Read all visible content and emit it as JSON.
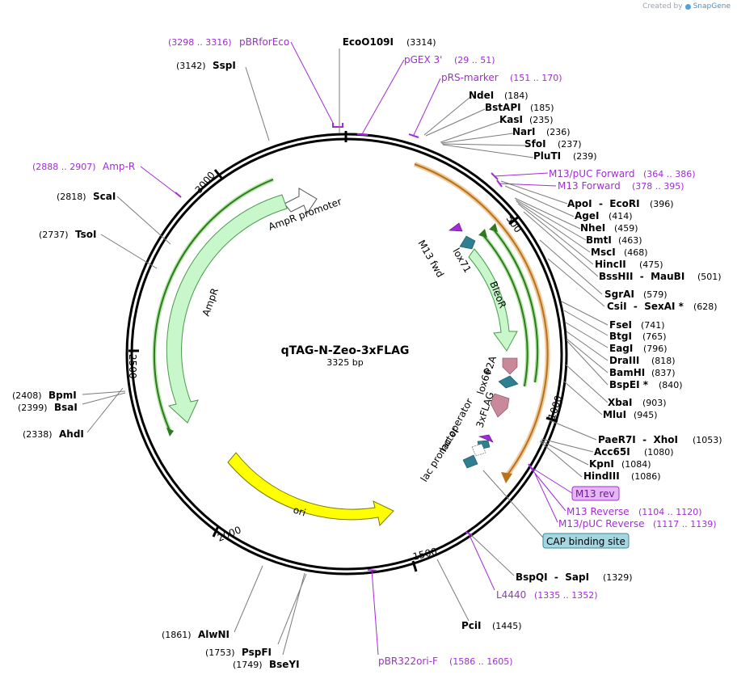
{
  "credit": {
    "prefix": "Created by",
    "brand": "SnapGene"
  },
  "plasmid": {
    "name": "qTAG-N-Zeo-3xFLAG",
    "length_label": "3325 bp"
  },
  "colors": {
    "primer": "#a12cd6",
    "ampr": "#c8f7cc",
    "bleor": "#c8f7cc",
    "ori": "#ffff00",
    "p2a": "#c9899a",
    "lox": "#2e7f8f",
    "orf": "#2f7a1e",
    "orange_arc": "#e0a050",
    "m13rev_box": "#e4b7f2",
    "cap_box": "#a6d6e0"
  },
  "ticks": [
    "500",
    "1000",
    "1500",
    "2000",
    "2500",
    "3000"
  ],
  "enzymes_right": [
    {
      "name": "NdeI",
      "pos": "(184)"
    },
    {
      "name": "BstAPI",
      "pos": "(185)"
    },
    {
      "name": "KasI",
      "pos": "(235)"
    },
    {
      "name": "NarI",
      "pos": "(236)"
    },
    {
      "name": "SfoI",
      "pos": "(237)"
    },
    {
      "name": "PluTI",
      "pos": "(239)"
    },
    {
      "name": "ApoI  -  EcoRI",
      "pos": "(396)"
    },
    {
      "name": "AgeI",
      "pos": "(414)"
    },
    {
      "name": "NheI",
      "pos": "(459)"
    },
    {
      "name": "BmtI",
      "pos": "(463)"
    },
    {
      "name": "MscI",
      "pos": "(468)"
    },
    {
      "name": "HincII",
      "pos": "(475)"
    },
    {
      "name": "BssHII  -  MauBI",
      "pos": "(501)"
    },
    {
      "name": "SgrAI",
      "pos": "(579)"
    },
    {
      "name": "CsiI  -  SexAI *",
      "pos": "(628)"
    },
    {
      "name": "FseI",
      "pos": "(741)"
    },
    {
      "name": "BtgI",
      "pos": "(765)"
    },
    {
      "name": "EagI",
      "pos": "(796)"
    },
    {
      "name": "DraIII",
      "pos": "(818)"
    },
    {
      "name": "BamHI",
      "pos": "(837)"
    },
    {
      "name": "BspEI *",
      "pos": "(840)"
    },
    {
      "name": "XbaI",
      "pos": "(903)"
    },
    {
      "name": "MluI",
      "pos": "(945)"
    },
    {
      "name": "PaeR7I  -  XhoI",
      "pos": "(1053)"
    },
    {
      "name": "Acc65I",
      "pos": "(1080)"
    },
    {
      "name": "KpnI",
      "pos": "(1084)"
    },
    {
      "name": "HindIII",
      "pos": "(1086)"
    },
    {
      "name": "BspQI  -  SapI",
      "pos": "(1329)"
    },
    {
      "name": "PciI",
      "pos": "(1445)"
    }
  ],
  "enzymes_top": [
    {
      "name": "EcoO109I",
      "pos": "(3314)"
    },
    {
      "name": "SspI",
      "pos": "(3142)"
    }
  ],
  "enzymes_left": [
    {
      "name": "ScaI",
      "pos": "(2818)"
    },
    {
      "name": "TsoI",
      "pos": "(2737)"
    },
    {
      "name": "BpmI",
      "pos": "(2408)"
    },
    {
      "name": "BsaI",
      "pos": "(2399)"
    },
    {
      "name": "AhdI",
      "pos": "(2338)"
    },
    {
      "name": "AlwNI",
      "pos": "(1861)"
    },
    {
      "name": "PspFI",
      "pos": "(1753)"
    },
    {
      "name": "BseYI",
      "pos": "(1749)"
    }
  ],
  "primers": [
    {
      "name": "pBRforEco",
      "pos": "(3298 .. 3316)"
    },
    {
      "name": "pGEX 3'",
      "pos": "(29 .. 51)"
    },
    {
      "name": "pRS-marker",
      "pos": "(151 .. 170)"
    },
    {
      "name": "M13/pUC Forward",
      "pos": "(364 .. 386)"
    },
    {
      "name": "M13 Forward",
      "pos": "(378 .. 395)"
    },
    {
      "name": "Amp-R",
      "pos": "(2888 .. 2907)"
    },
    {
      "name": "M13 rev",
      "pos": ""
    },
    {
      "name": "M13 Reverse",
      "pos": "(1104 .. 1120)"
    },
    {
      "name": "M13/pUC Reverse",
      "pos": "(1117 .. 1139)"
    },
    {
      "name": "L4440",
      "pos": "(1335 .. 1352)"
    },
    {
      "name": "pBR322ori-F",
      "pos": "(1586 .. 1605)"
    }
  ],
  "features": {
    "ampr_promoter": "AmpR promoter",
    "ampr": "AmpR",
    "ori": "ori",
    "bleor": "BleoR",
    "m13_fwd": "M13 fwd",
    "lox71": "lox71",
    "p2a": "P2A",
    "lox66": "lox66",
    "flag": "3xFLAG",
    "lac_operator": "lac operator",
    "lac_promoter": "lac promoter",
    "cap_site": "CAP binding site"
  }
}
